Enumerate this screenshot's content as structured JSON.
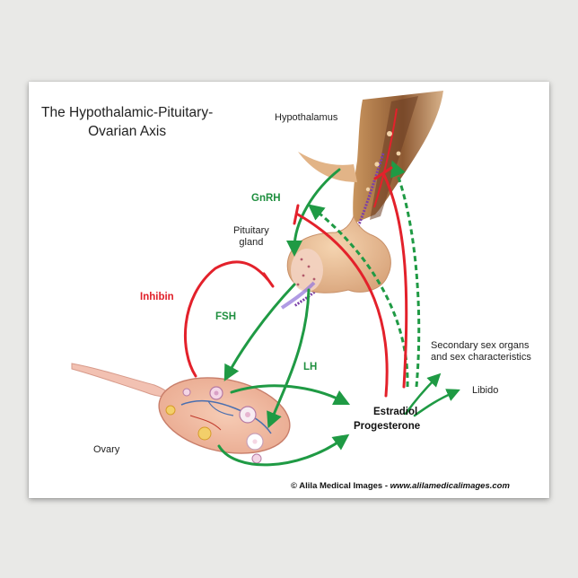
{
  "title": {
    "line1": "The Hypothalamic-Pituitary-",
    "line2": "Ovarian Axis"
  },
  "labels": {
    "hypothalamus": "Hypothalamus",
    "pituitary_line1": "Pituitary",
    "pituitary_line2": "gland",
    "gnrh": "GnRH",
    "inhibin": "Inhibin",
    "fsh": "FSH",
    "lh": "LH",
    "ovary": "Ovary",
    "estradiol": "Estradiol",
    "progesterone": "Progesterone",
    "secondary_line1": "Secondary sex organs",
    "secondary_line2": "and sex characteristics",
    "libido": "Libido"
  },
  "credit": {
    "company": "© Alila Medical Images",
    "separator": " - ",
    "url": "www.alilamedicalimages.com"
  },
  "colors": {
    "stimulation": "#1f9a44",
    "inhibition": "#e3212b",
    "tissue": "#e8bb93",
    "ovary": "#f0b8a8"
  }
}
